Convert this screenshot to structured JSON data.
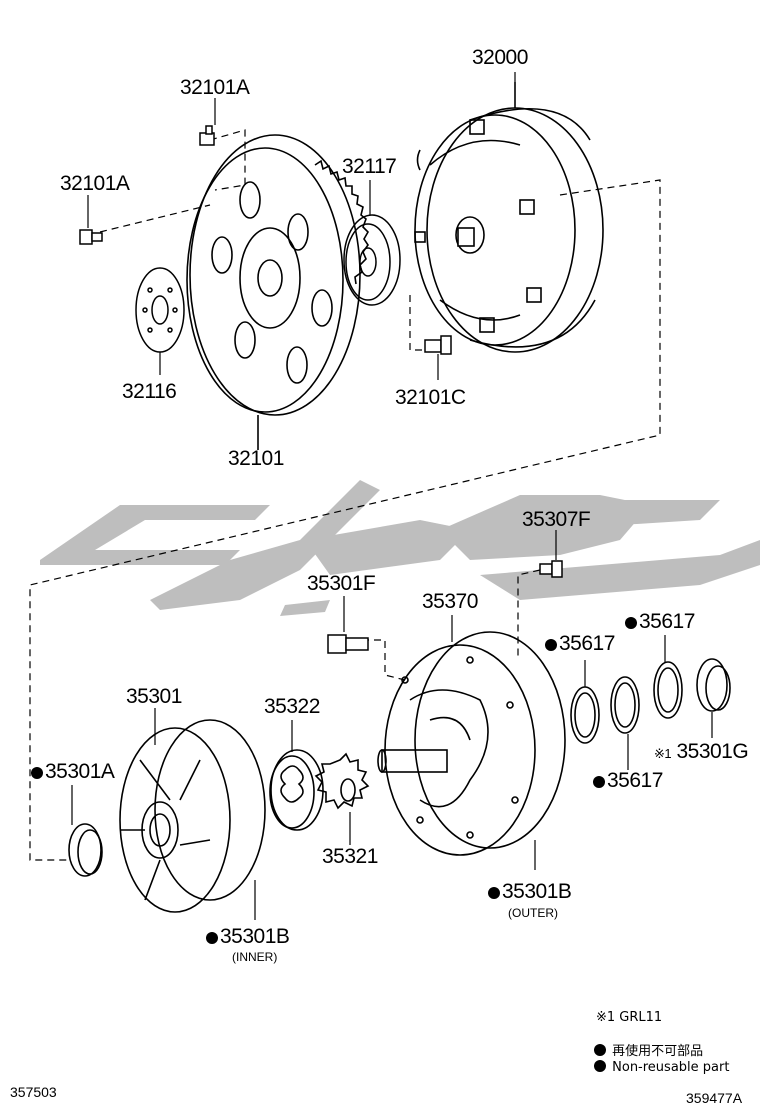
{
  "diagram": {
    "parts": {
      "p32000": "32000",
      "p32101A_top": "32101A",
      "p32101A_left": "32101A",
      "p32117": "32117",
      "p32116": "32116",
      "p32101C": "32101C",
      "p32101": "32101",
      "p35307F": "35307F",
      "p35301F": "35301F",
      "p35370": "35370",
      "p35617_a": "35617",
      "p35617_b": "35617",
      "p35617_c": "35617",
      "p35301": "35301",
      "p35322": "35322",
      "p35301A": "35301A",
      "p35301G": "35301G",
      "p35321": "35321",
      "p35301B_outer": "35301B",
      "p35301B_inner": "35301B"
    },
    "notes": {
      "outer": "(OUTER)",
      "inner": "(INNER)",
      "ref_mark": "※1",
      "ref_mark_inline": "※1"
    },
    "legend": {
      "ref_note": "※1 GRL11",
      "non_reusable_jp": "再使用不可部品",
      "non_reusable_en": "Non-reusable part"
    },
    "figure_ids": {
      "left": "357503",
      "right": "359477A"
    },
    "colors": {
      "line": "#000000",
      "watermark": "#b0b0b0"
    }
  }
}
